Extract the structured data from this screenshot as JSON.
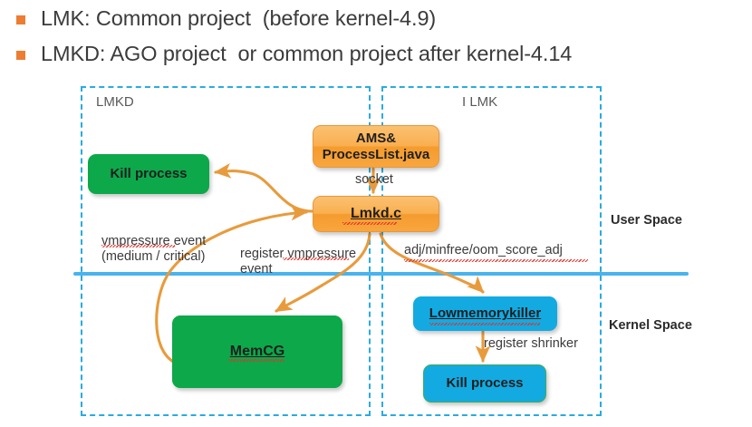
{
  "slide": {
    "bullets": [
      {
        "text": "LMK: Common project  (before kernel-4.9)"
      },
      {
        "text": "LMKD: AGO project  or common project after kernel-4.14"
      }
    ],
    "bullet_color": "#ED7D31"
  },
  "diagram": {
    "panels": [
      {
        "id": "lmkd",
        "label": "LMKD",
        "border_color": "#29ABE2"
      },
      {
        "id": "lmk",
        "label": "I LMK",
        "border_color": "#29ABE2"
      }
    ],
    "space_divider_color": "#48B4EE",
    "spaces": {
      "user": "User Space",
      "kernel": "Kernel Space"
    },
    "nodes": [
      {
        "id": "ams",
        "label": "AMS&\nProcessList.java",
        "style": "orange",
        "color": "#F9AF50"
      },
      {
        "id": "lmkd_c",
        "label": "Lmkd.c",
        "style": "orange",
        "color": "#F9AF50"
      },
      {
        "id": "kill_process_top",
        "label": "Kill process",
        "style": "green",
        "color": "#0DA84A"
      },
      {
        "id": "memcg",
        "label": "MemCG",
        "style": "green",
        "color": "#0DA84A"
      },
      {
        "id": "lowmemorykiller",
        "label": "Lowmemorykiller",
        "style": "blue",
        "color": "#13AAE2"
      },
      {
        "id": "kill_process_bottom",
        "label": "Kill process",
        "style": "blue",
        "color": "#13AAE2"
      }
    ],
    "edges": [
      {
        "id": "socket",
        "label": "socket",
        "from": "ams",
        "to": "lmkd_c"
      },
      {
        "id": "vmpressure",
        "label": "vmpressure event\n(medium / critical)",
        "from": "memcg",
        "to": "lmkd_c"
      },
      {
        "id": "register_vm",
        "label": "register vmpressure\nevent",
        "from": "lmkd_c",
        "to": "memcg"
      },
      {
        "id": "adj_minfree",
        "label": "adj/minfree/oom_score_adj",
        "from": "lmkd_c",
        "to": "lowmemorykiller"
      },
      {
        "id": "register_shrinker",
        "label": "register shrinker",
        "from": "lowmemorykiller",
        "to": "kill_process_bottom"
      },
      {
        "id": "kill",
        "label": "",
        "from": "lmkd_c",
        "to": "kill_process_top"
      }
    ],
    "arrow_color": "#E89B3C"
  }
}
